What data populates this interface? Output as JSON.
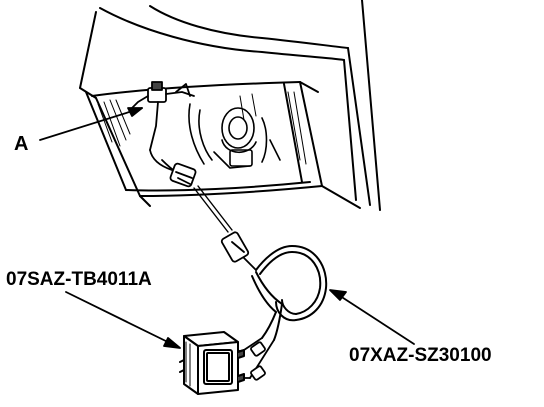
{
  "labels": {
    "component_a": "A",
    "tool_part": "07SAZ-TB4011A",
    "cable_part": "07XAZ-SZ30100"
  },
  "colors": {
    "line": "#000000",
    "background": "#ffffff",
    "shade": "#444444"
  }
}
